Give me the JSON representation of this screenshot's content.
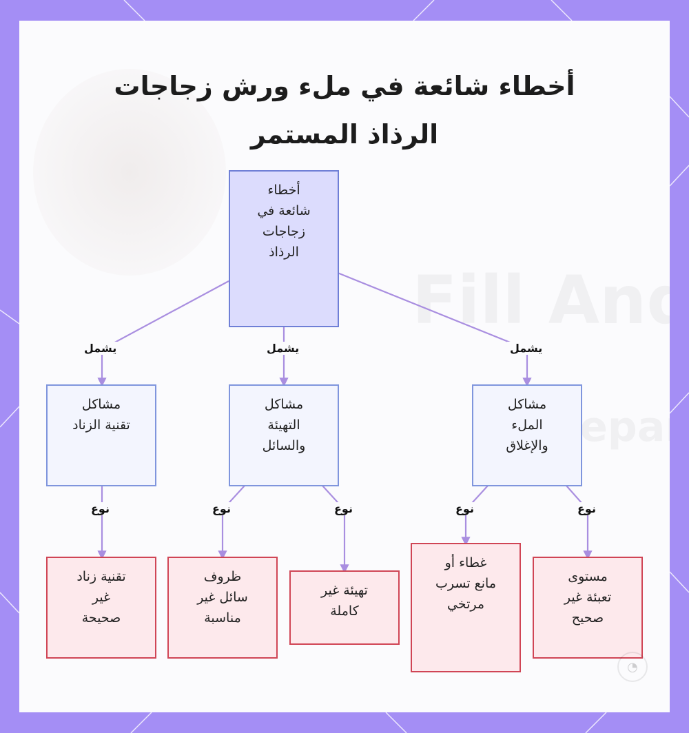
{
  "title_line1": "أخطاء شائعة في ملء ورش زجاجات",
  "title_line2": "الرذاذ المستمر",
  "watermark_line1": "Fill And U",
  "watermark_line2": "Separat",
  "root": [
    "أخطاء",
    "شائعة في",
    "زجاجات",
    "الرذاذ"
  ],
  "edge_labels": {
    "includes": "يشمل",
    "type": "نوع"
  },
  "categories": {
    "trigger": [
      "مشاكل",
      "تقنية الزناد"
    ],
    "prep": [
      "مشاكل",
      "التهيئة",
      "والسائل"
    ],
    "fill": [
      "مشاكل",
      "الملء",
      "والإغلاق"
    ]
  },
  "leaves": {
    "trigger_tech": [
      "تقنية زناد",
      "غير",
      "صحيحة"
    ],
    "liquid_conditions": [
      "ظروف",
      "سائل غير",
      "مناسبة"
    ],
    "prep_incomplete": [
      "تهيئة غير",
      "كاملة"
    ],
    "loose_cap": [
      "غطاء أو",
      "مانع تسرب",
      "مرتخي"
    ],
    "fill_level": [
      "مستوى",
      "تعبئة غير",
      "صحيح"
    ]
  },
  "colors": {
    "frame": "#a48ef5",
    "root_fill": "#dcdcfd",
    "category_fill": "#f3f5fe",
    "leaf_fill": "#fde9ec",
    "leaf_border": "#d04555",
    "edge": "#a98ee0"
  }
}
